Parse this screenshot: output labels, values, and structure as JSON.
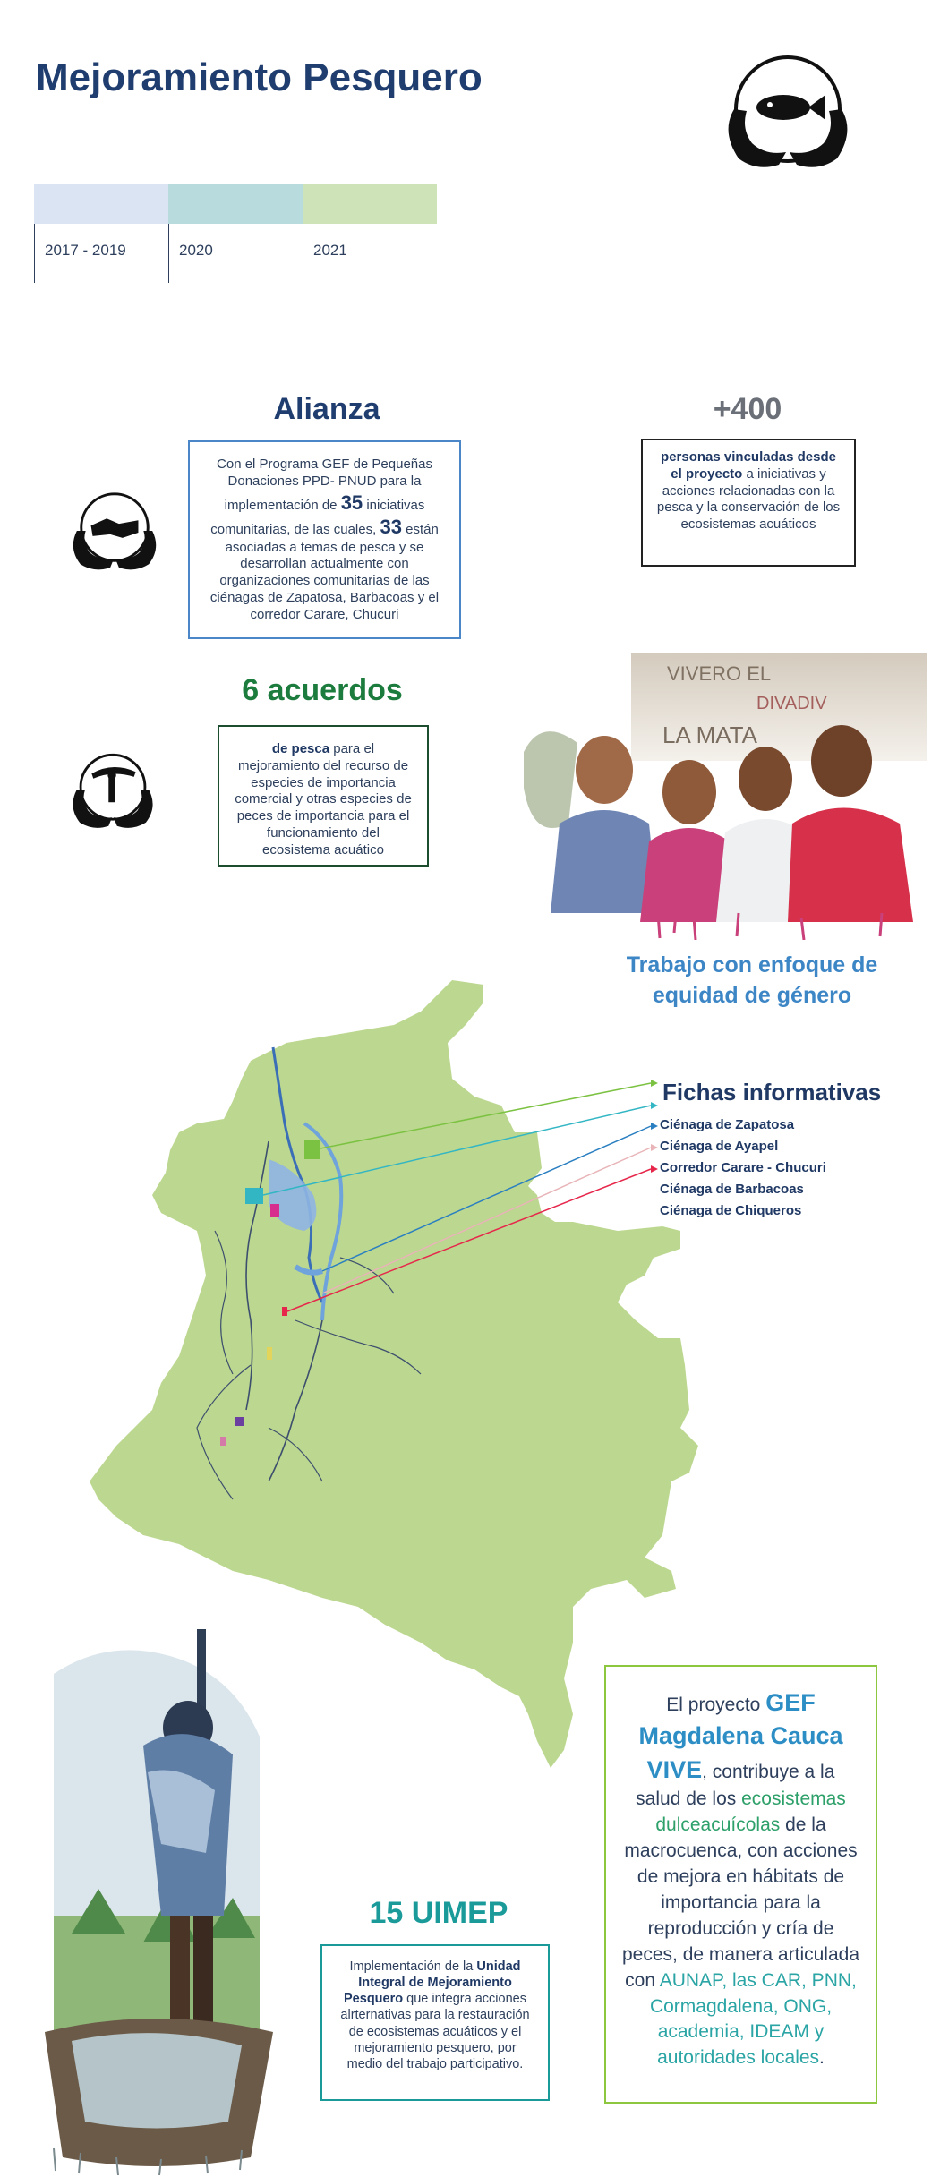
{
  "title": "Mejoramiento Pesquero",
  "timeline": {
    "segments": [
      {
        "label": "2017 - 2019",
        "color": "#dbe4f3"
      },
      {
        "label": "2020",
        "color": "#b8dcde"
      },
      {
        "label": "2021",
        "color": "#cfe3b9"
      }
    ]
  },
  "alianza": {
    "title": "Alianza",
    "text_1": "Con el Programa GEF de Pequeñas Donaciones PPD- PNUD para la implementación de",
    "num_1": "35",
    "text_2": "iniciativas comunitarias, de las cuales,",
    "num_2": "33",
    "text_3": "están asociadas a temas de pesca y se desarrollan actualmente con organizaciones comunitarias de las ciénagas de Zapatosa, Barbacoas y el corredor Carare, Chucuri"
  },
  "personas": {
    "title": "+400",
    "bold": "personas vinculadas desde el proyecto",
    "text": "a iniciativas y acciones relacionadas con la pesca y la conservación de los ecosistemas acuáticos"
  },
  "acuerdos": {
    "title": "6 acuerdos",
    "bold": "de pesca",
    "text": "para el mejoramiento del recurso de especies de importancia comercial y otras especies de peces de  importancia para el funcionamiento del ecosistema acuático"
  },
  "genero": {
    "caption": "Trabajo con enfoque de equidad de género"
  },
  "fichas": {
    "title": "Fichas informativas",
    "items": [
      {
        "label": "Ciénaga de Zapatosa",
        "color": "#7cc242"
      },
      {
        "label": "Ciénaga de Ayapel",
        "color": "#33b6c4"
      },
      {
        "label": "Corredor Carare - Chucuri",
        "color": "#2a7fc1"
      },
      {
        "label": "Ciénaga de Barbacoas",
        "color": "#e8b4b8"
      },
      {
        "label": "Ciénaga de Chiqueros",
        "color": "#e6274b"
      }
    ]
  },
  "gef": {
    "t1": "El proyecto",
    "h": "GEF Magdalena Cauca VIVE",
    "t2": ", contribuye a la salud de los",
    "g": "ecosistemas dulceacuícolas",
    "t3": "de la macrocuenca, con acciones de mejora en hábitats de importancia para la reproducción y cría de peces, de manera articulada con",
    "t4": "AUNAP, las CAR, PNN, Cormagdalena, ONG, academia, IDEAM y autoridades locales",
    "t5": "."
  },
  "uimep": {
    "title": "15 UIMEP",
    "t1": "Implementación de la",
    "bold": "Unidad Integral de Mejoramiento Pesquero",
    "t2": "que integra acciones alrternativas para la restauración de ecosistemas acuáticos y el mejoramiento pesquero, por medio del trabajo participativo."
  },
  "icons": {
    "main": "fish-in-hands-icon",
    "alianza": "handshake-in-hands-icon",
    "acuerdos": "fisherman-in-hands-icon"
  },
  "colors": {
    "navy": "#1f3d6e",
    "map_green": "#bcd78f",
    "river": "#6fa3dc"
  }
}
